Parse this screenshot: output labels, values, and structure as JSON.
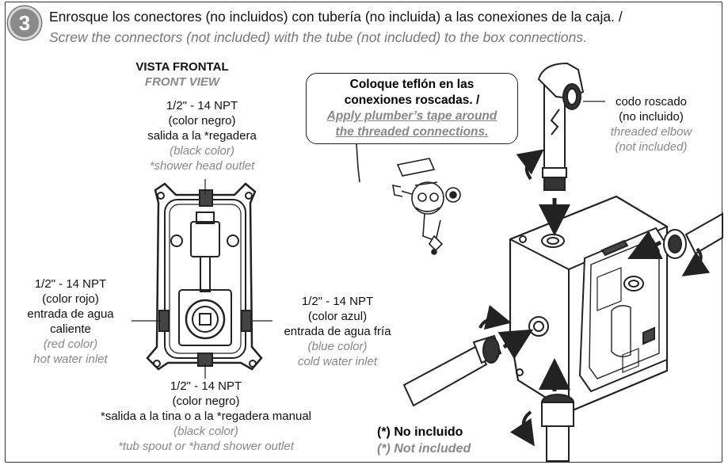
{
  "step": {
    "number": "3",
    "instruction_es": "Enrosque los conectores (no incluidos) con tubería (no incluida) a las conexiones de la caja. /",
    "instruction_en": "Screw the connectors (not included) with the tube (not included) to the box connections."
  },
  "front_view": {
    "title_es": "VISTA FRONTAL",
    "title_en": "FRONT VIEW"
  },
  "labels": {
    "top_outlet": {
      "spec": "1/2\" - 14 NPT",
      "color_es": "(color negro)",
      "desc_es": "salida a la *regadera",
      "color_en": "(black color)",
      "desc_en": "*shower head outlet"
    },
    "hot_inlet": {
      "spec": "1/2\" - 14 NPT",
      "color_es": "(color rojo)",
      "desc_es_1": "entrada de agua",
      "desc_es_2": "caliente",
      "color_en": "(red color)",
      "desc_en": "hot water inlet"
    },
    "cold_inlet": {
      "spec": "1/2\" - 14 NPT",
      "color_es": "(color azul)",
      "desc_es": "entrada de agua fría",
      "color_en": "(blue color)",
      "desc_en": "cold water inlet"
    },
    "bottom_outlet": {
      "spec": "1/2\" - 14 NPT",
      "color_es": "(color negro)",
      "desc_es": "*salida a la tina o a la *regadera manual",
      "color_en": "(black color)",
      "desc_en": "*tub spout or *hand shower outlet"
    },
    "elbow": {
      "name_es": "codo roscado",
      "note_es": "(no incluido)",
      "name_en": "threaded elbow",
      "note_en": "(not included)"
    }
  },
  "tape_note": {
    "es_1": "Coloque teflón en las",
    "es_2": "conexiones roscadas. /",
    "en_1": "Apply plumber’s tape around",
    "en_2": "the threaded connections."
  },
  "footnote": {
    "es": "(*) No incluido",
    "en": "(*) Not included"
  },
  "colors": {
    "line": "#222222",
    "secondary_text": "#888888",
    "step_badge": "#8a8a8a"
  }
}
